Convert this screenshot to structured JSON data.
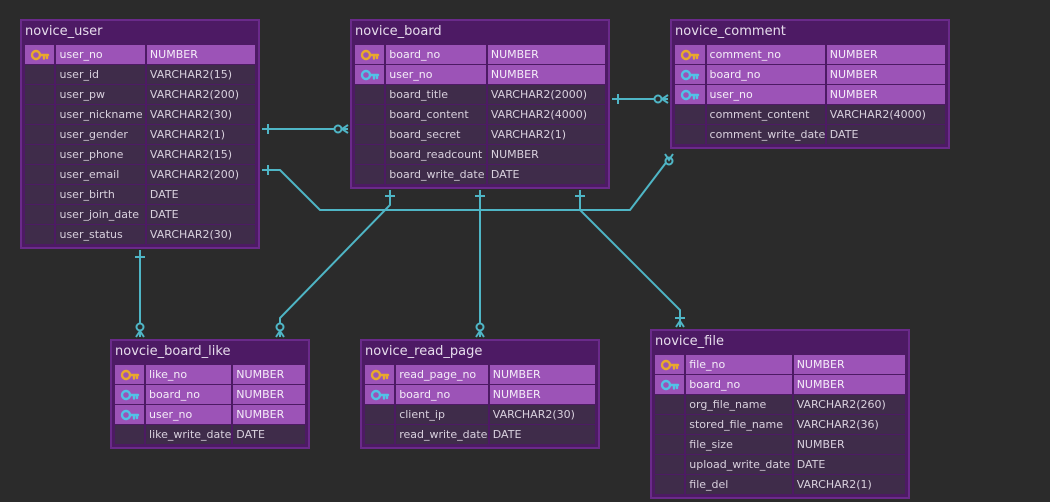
{
  "tables": [
    {
      "id": "novice_user",
      "title": "novice_user",
      "columns": [
        {
          "name": "user_no",
          "type": "NUMBER",
          "key": "pk"
        },
        {
          "name": "user_id",
          "type": "VARCHAR2(15)",
          "key": ""
        },
        {
          "name": "user_pw",
          "type": "VARCHAR2(200)",
          "key": ""
        },
        {
          "name": "user_nickname",
          "type": "VARCHAR2(30)",
          "key": ""
        },
        {
          "name": "user_gender",
          "type": "VARCHAR2(1)",
          "key": ""
        },
        {
          "name": "user_phone",
          "type": "VARCHAR2(15)",
          "key": ""
        },
        {
          "name": "user_email",
          "type": "VARCHAR2(200)",
          "key": ""
        },
        {
          "name": "user_birth",
          "type": "DATE",
          "key": ""
        },
        {
          "name": "user_join_date",
          "type": "DATE",
          "key": ""
        },
        {
          "name": "user_status",
          "type": "VARCHAR2(30)",
          "key": ""
        }
      ]
    },
    {
      "id": "novice_board",
      "title": "novice_board",
      "columns": [
        {
          "name": "board_no",
          "type": "NUMBER",
          "key": "pk"
        },
        {
          "name": "user_no",
          "type": "NUMBER",
          "key": "fk"
        },
        {
          "name": "board_title",
          "type": "VARCHAR2(2000)",
          "key": ""
        },
        {
          "name": "board_content",
          "type": "VARCHAR2(4000)",
          "key": ""
        },
        {
          "name": "board_secret",
          "type": "VARCHAR2(1)",
          "key": ""
        },
        {
          "name": "board_readcount",
          "type": "NUMBER",
          "key": ""
        },
        {
          "name": "board_write_date",
          "type": "DATE",
          "key": ""
        }
      ]
    },
    {
      "id": "novice_comment",
      "title": "novice_comment",
      "columns": [
        {
          "name": "comment_no",
          "type": "NUMBER",
          "key": "pk"
        },
        {
          "name": "board_no",
          "type": "NUMBER",
          "key": "fk"
        },
        {
          "name": "user_no",
          "type": "NUMBER",
          "key": "fk"
        },
        {
          "name": "comment_content",
          "type": "VARCHAR2(4000)",
          "key": ""
        },
        {
          "name": "comment_write_date",
          "type": "DATE",
          "key": ""
        }
      ]
    },
    {
      "id": "novcie_board_like",
      "title": "novcie_board_like",
      "columns": [
        {
          "name": "like_no",
          "type": "NUMBER",
          "key": "pk"
        },
        {
          "name": "board_no",
          "type": "NUMBER",
          "key": "fk"
        },
        {
          "name": "user_no",
          "type": "NUMBER",
          "key": "fk"
        },
        {
          "name": "like_write_date",
          "type": "DATE",
          "key": ""
        }
      ]
    },
    {
      "id": "novice_read_page",
      "title": "novice_read_page",
      "columns": [
        {
          "name": "read_page_no",
          "type": "NUMBER",
          "key": "pk"
        },
        {
          "name": "board_no",
          "type": "NUMBER",
          "key": "fk"
        },
        {
          "name": "client_ip",
          "type": "VARCHAR2(30)",
          "key": ""
        },
        {
          "name": "read_write_date",
          "type": "DATE",
          "key": ""
        }
      ]
    },
    {
      "id": "novice_file",
      "title": "novice_file",
      "columns": [
        {
          "name": "file_no",
          "type": "NUMBER",
          "key": "pk"
        },
        {
          "name": "board_no",
          "type": "NUMBER",
          "key": "fk"
        },
        {
          "name": "org_file_name",
          "type": "VARCHAR2(260)",
          "key": ""
        },
        {
          "name": "stored_file_name",
          "type": "VARCHAR2(36)",
          "key": ""
        },
        {
          "name": "file_size",
          "type": "NUMBER",
          "key": ""
        },
        {
          "name": "upload_write_date",
          "type": "DATE",
          "key": ""
        },
        {
          "name": "file_del",
          "type": "VARCHAR2(1)",
          "key": ""
        }
      ]
    }
  ],
  "colors": {
    "canvas": "#2b2b2b",
    "table_bg": "#4d1a64",
    "key_row": "#9c53b7",
    "normal_row": "#3f2c4a",
    "relation_line": "#4fb6c6",
    "primary_key_icon": "#e8a92c",
    "foreign_key_icon": "#52c2e6"
  },
  "icons": {
    "pk": "primary-key-icon",
    "fk": "foreign-key-icon"
  }
}
